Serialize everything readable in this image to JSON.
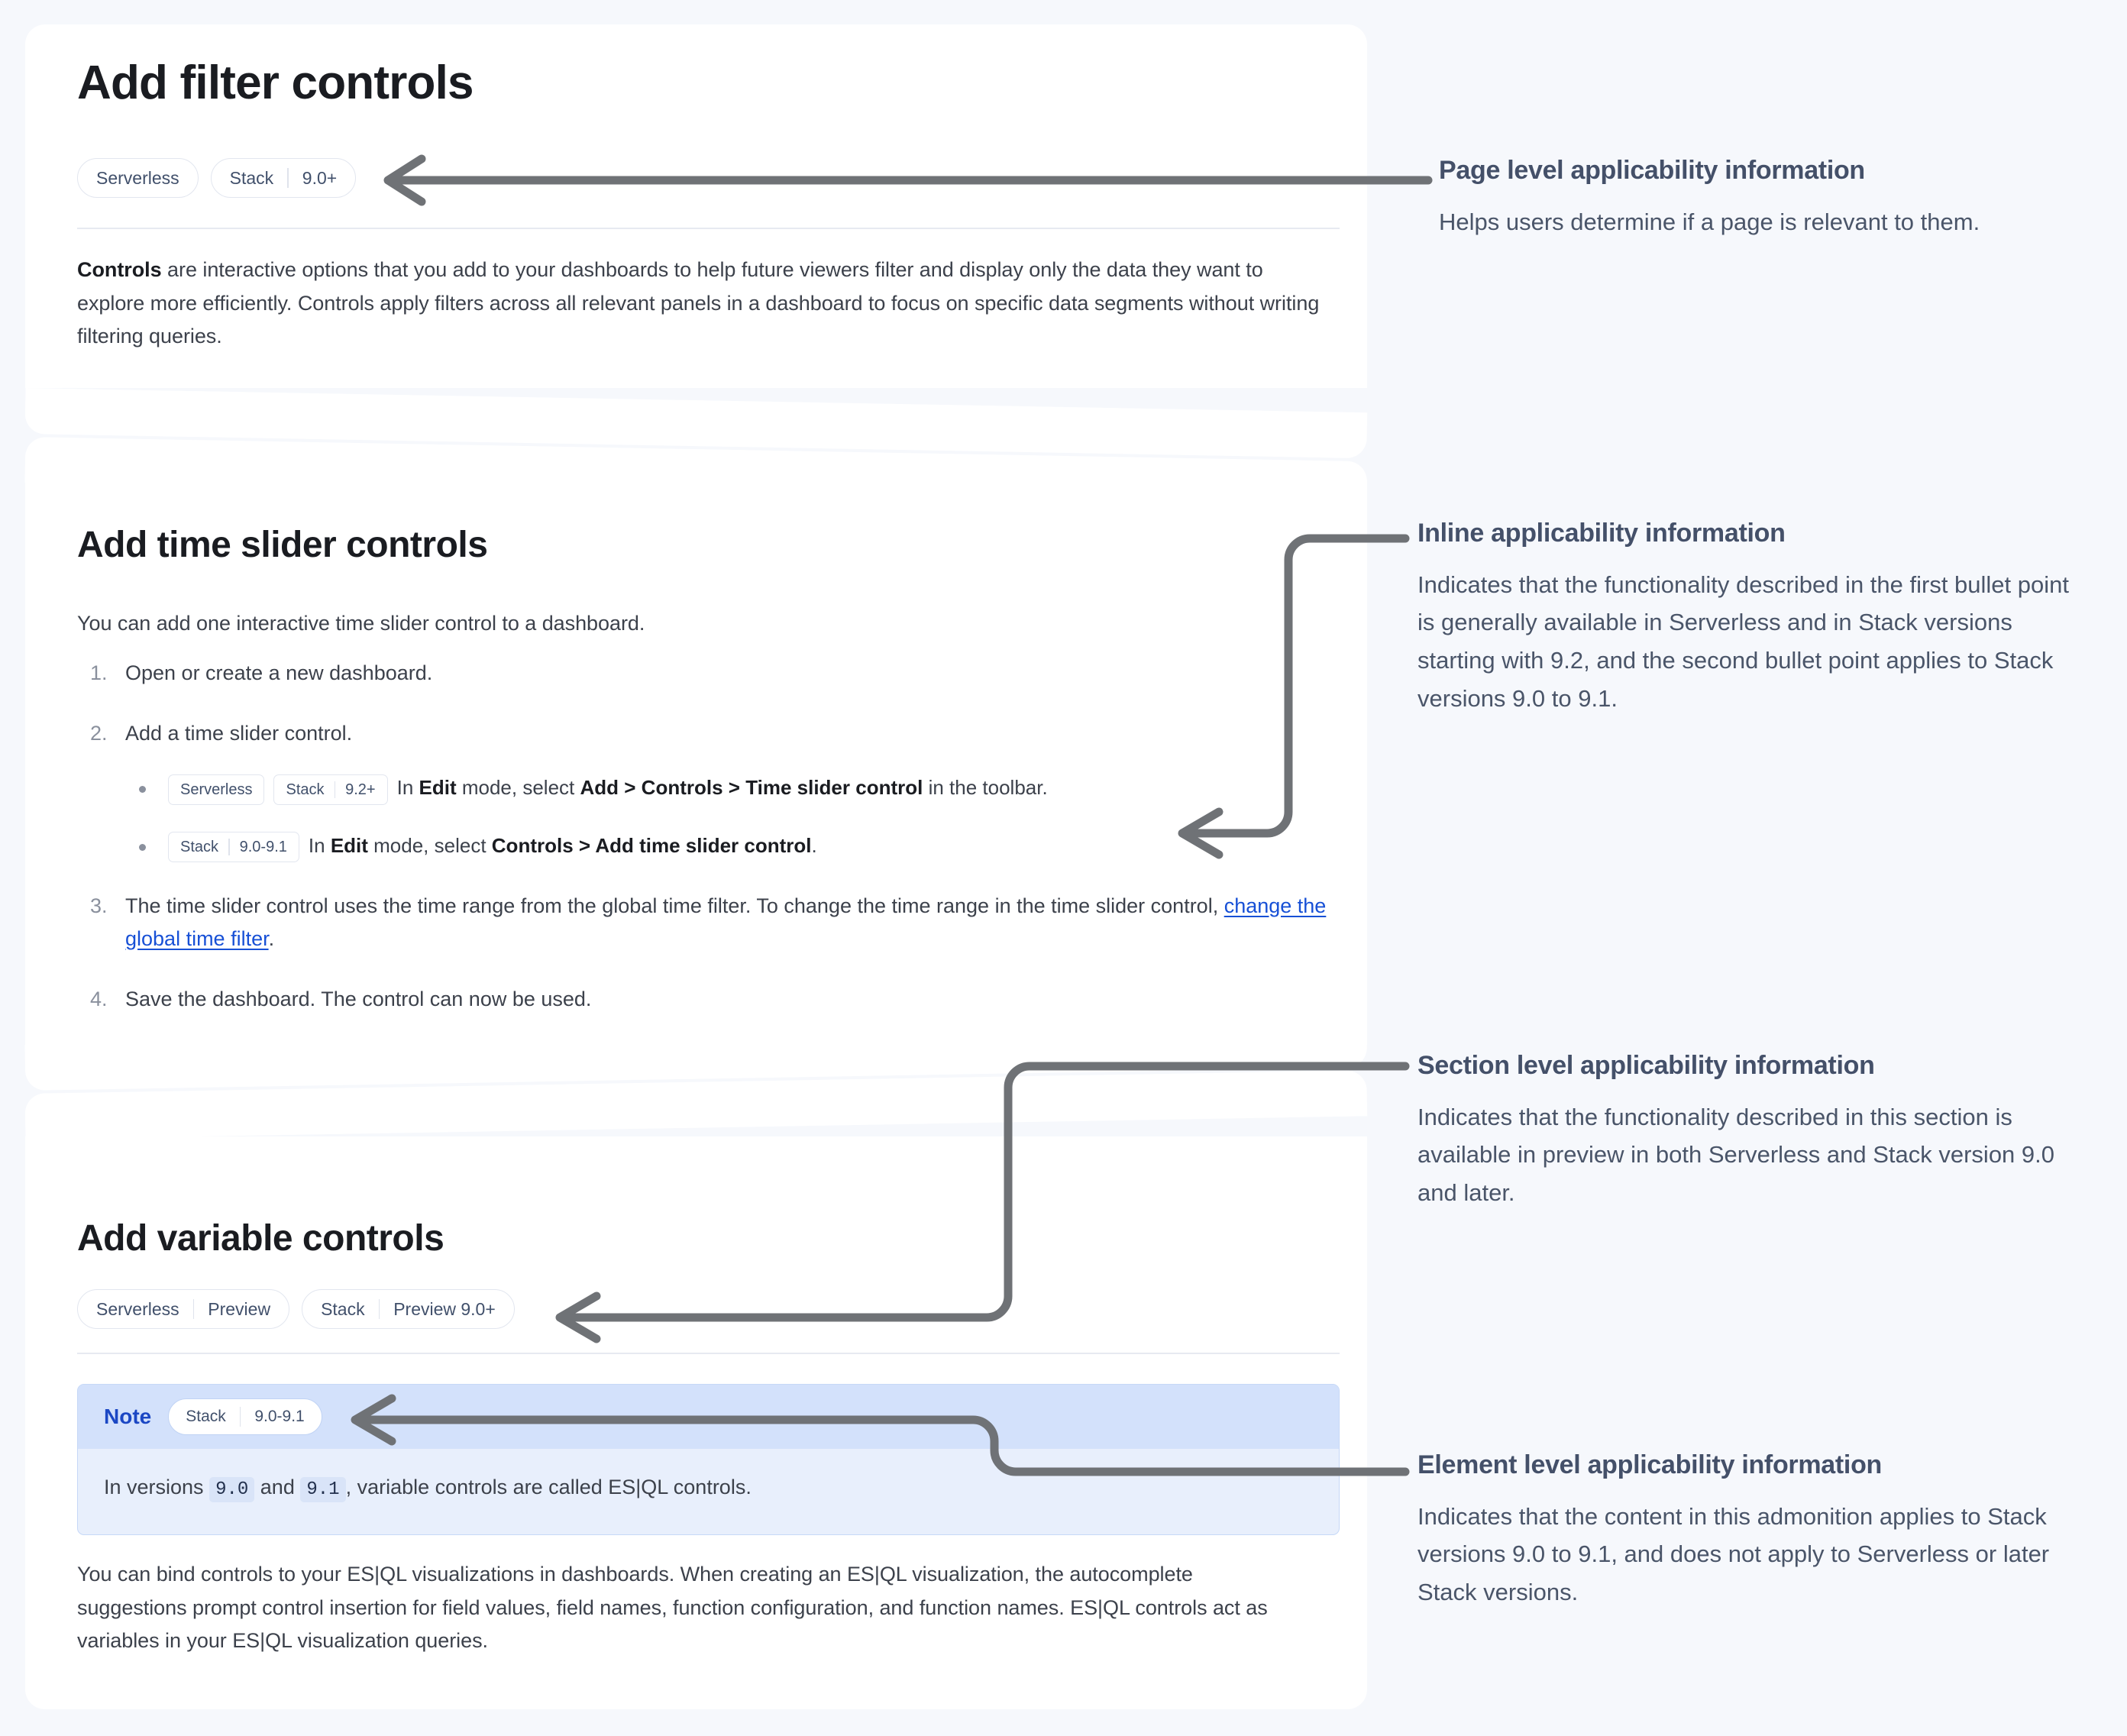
{
  "colors": {
    "page_bg": "#f6f8fc",
    "panel_bg": "#ffffff",
    "heading": "#1a1c21",
    "body_text": "#3c414b",
    "badge_text": "#41506b",
    "badge_border": "#e2e6ef",
    "link": "#1750d6",
    "note_header_bg": "#d3e1fb",
    "note_body_bg": "#e8effc",
    "note_label": "#1b47c4",
    "annotation_title": "#445069",
    "annotation_body": "#4a5569",
    "connector": "#6f7276"
  },
  "doc": {
    "page_title": "Add filter controls",
    "page_badges": [
      {
        "name": "Serverless",
        "version": ""
      },
      {
        "name": "Stack",
        "version": "9.0+"
      }
    ],
    "intro": {
      "lead": "Controls",
      "rest": " are interactive options that you add to your dashboards to help future viewers filter and display only the data they want to explore more efficiently. Controls apply filters across all relevant panels in a dashboard to focus on specific data segments without writing filtering queries."
    },
    "section_time": {
      "title": "Add time slider controls",
      "lead": "You can add one interactive time slider control to a dashboard.",
      "steps": [
        {
          "n": "1",
          "text": "Open or create a new dashboard."
        },
        {
          "n": "2",
          "text": "Add a time slider control."
        },
        {
          "n": "3",
          "text_before": "The time slider control uses the time range from the global time filter. To change the time range in the time slider control, ",
          "link": "change the global time filter",
          "text_after": "."
        },
        {
          "n": "4",
          "text": "Save the dashboard. The control can now be used."
        }
      ],
      "sub_bullets": [
        {
          "badges": [
            {
              "name": "Serverless",
              "version": ""
            },
            {
              "name": "Stack",
              "version": "9.2+"
            }
          ],
          "prefix": "In ",
          "b1": "Edit",
          "mid1": " mode, select ",
          "b2": "Add",
          "gt1": " > ",
          "b3": "Controls",
          "gt2": " > ",
          "b4": "Time slider control",
          "suffix": " in the toolbar."
        },
        {
          "badges": [
            {
              "name": "Stack",
              "version": "9.0-9.1"
            }
          ],
          "prefix": "In ",
          "b1": "Edit",
          "mid1": " mode, select ",
          "b2": "Controls",
          "gt1": " > ",
          "b3": "Add time slider control",
          "gt2": "",
          "b4": "",
          "suffix": "."
        }
      ]
    },
    "section_var": {
      "title": "Add variable controls",
      "badges": [
        {
          "name": "Serverless",
          "version": "Preview"
        },
        {
          "name": "Stack",
          "version": "Preview 9.0+"
        }
      ],
      "note": {
        "label": "Note",
        "badge": {
          "name": "Stack",
          "version": "9.0-9.1"
        },
        "body_before": "In versions ",
        "code1": "9.0",
        "body_mid": " and ",
        "code2": "9.1",
        "body_after": ", variable controls are called ES|QL controls."
      },
      "tail": "You can bind controls to your ES|QL visualizations in dashboards. When creating an ES|QL visualization, the autocomplete suggestions prompt control insertion for field values, field names, function configuration, and function names. ES|QL controls act as variables in your ES|QL visualization queries."
    }
  },
  "annotations": [
    {
      "id": "page-level",
      "title": "Page level applicability information",
      "body": "Helps users determine if a page is relevant to them."
    },
    {
      "id": "inline",
      "title": "Inline applicability information",
      "body": "Indicates that the functionality described in the first bullet point is generally available in Serverless and in Stack versions starting with 9.2, and the second bullet point applies to Stack versions 9.0 to 9.1."
    },
    {
      "id": "section-level",
      "title": "Section level applicability information",
      "body": "Indicates that the functionality described in this section is available in preview in both Serverless and Stack version 9.0 and later."
    },
    {
      "id": "element-level",
      "title": "Element level applicability information",
      "body": "Indicates that the content in this admonition applies to Stack versions 9.0 to 9.1, and does not apply to Serverless or later Stack versions."
    }
  ]
}
